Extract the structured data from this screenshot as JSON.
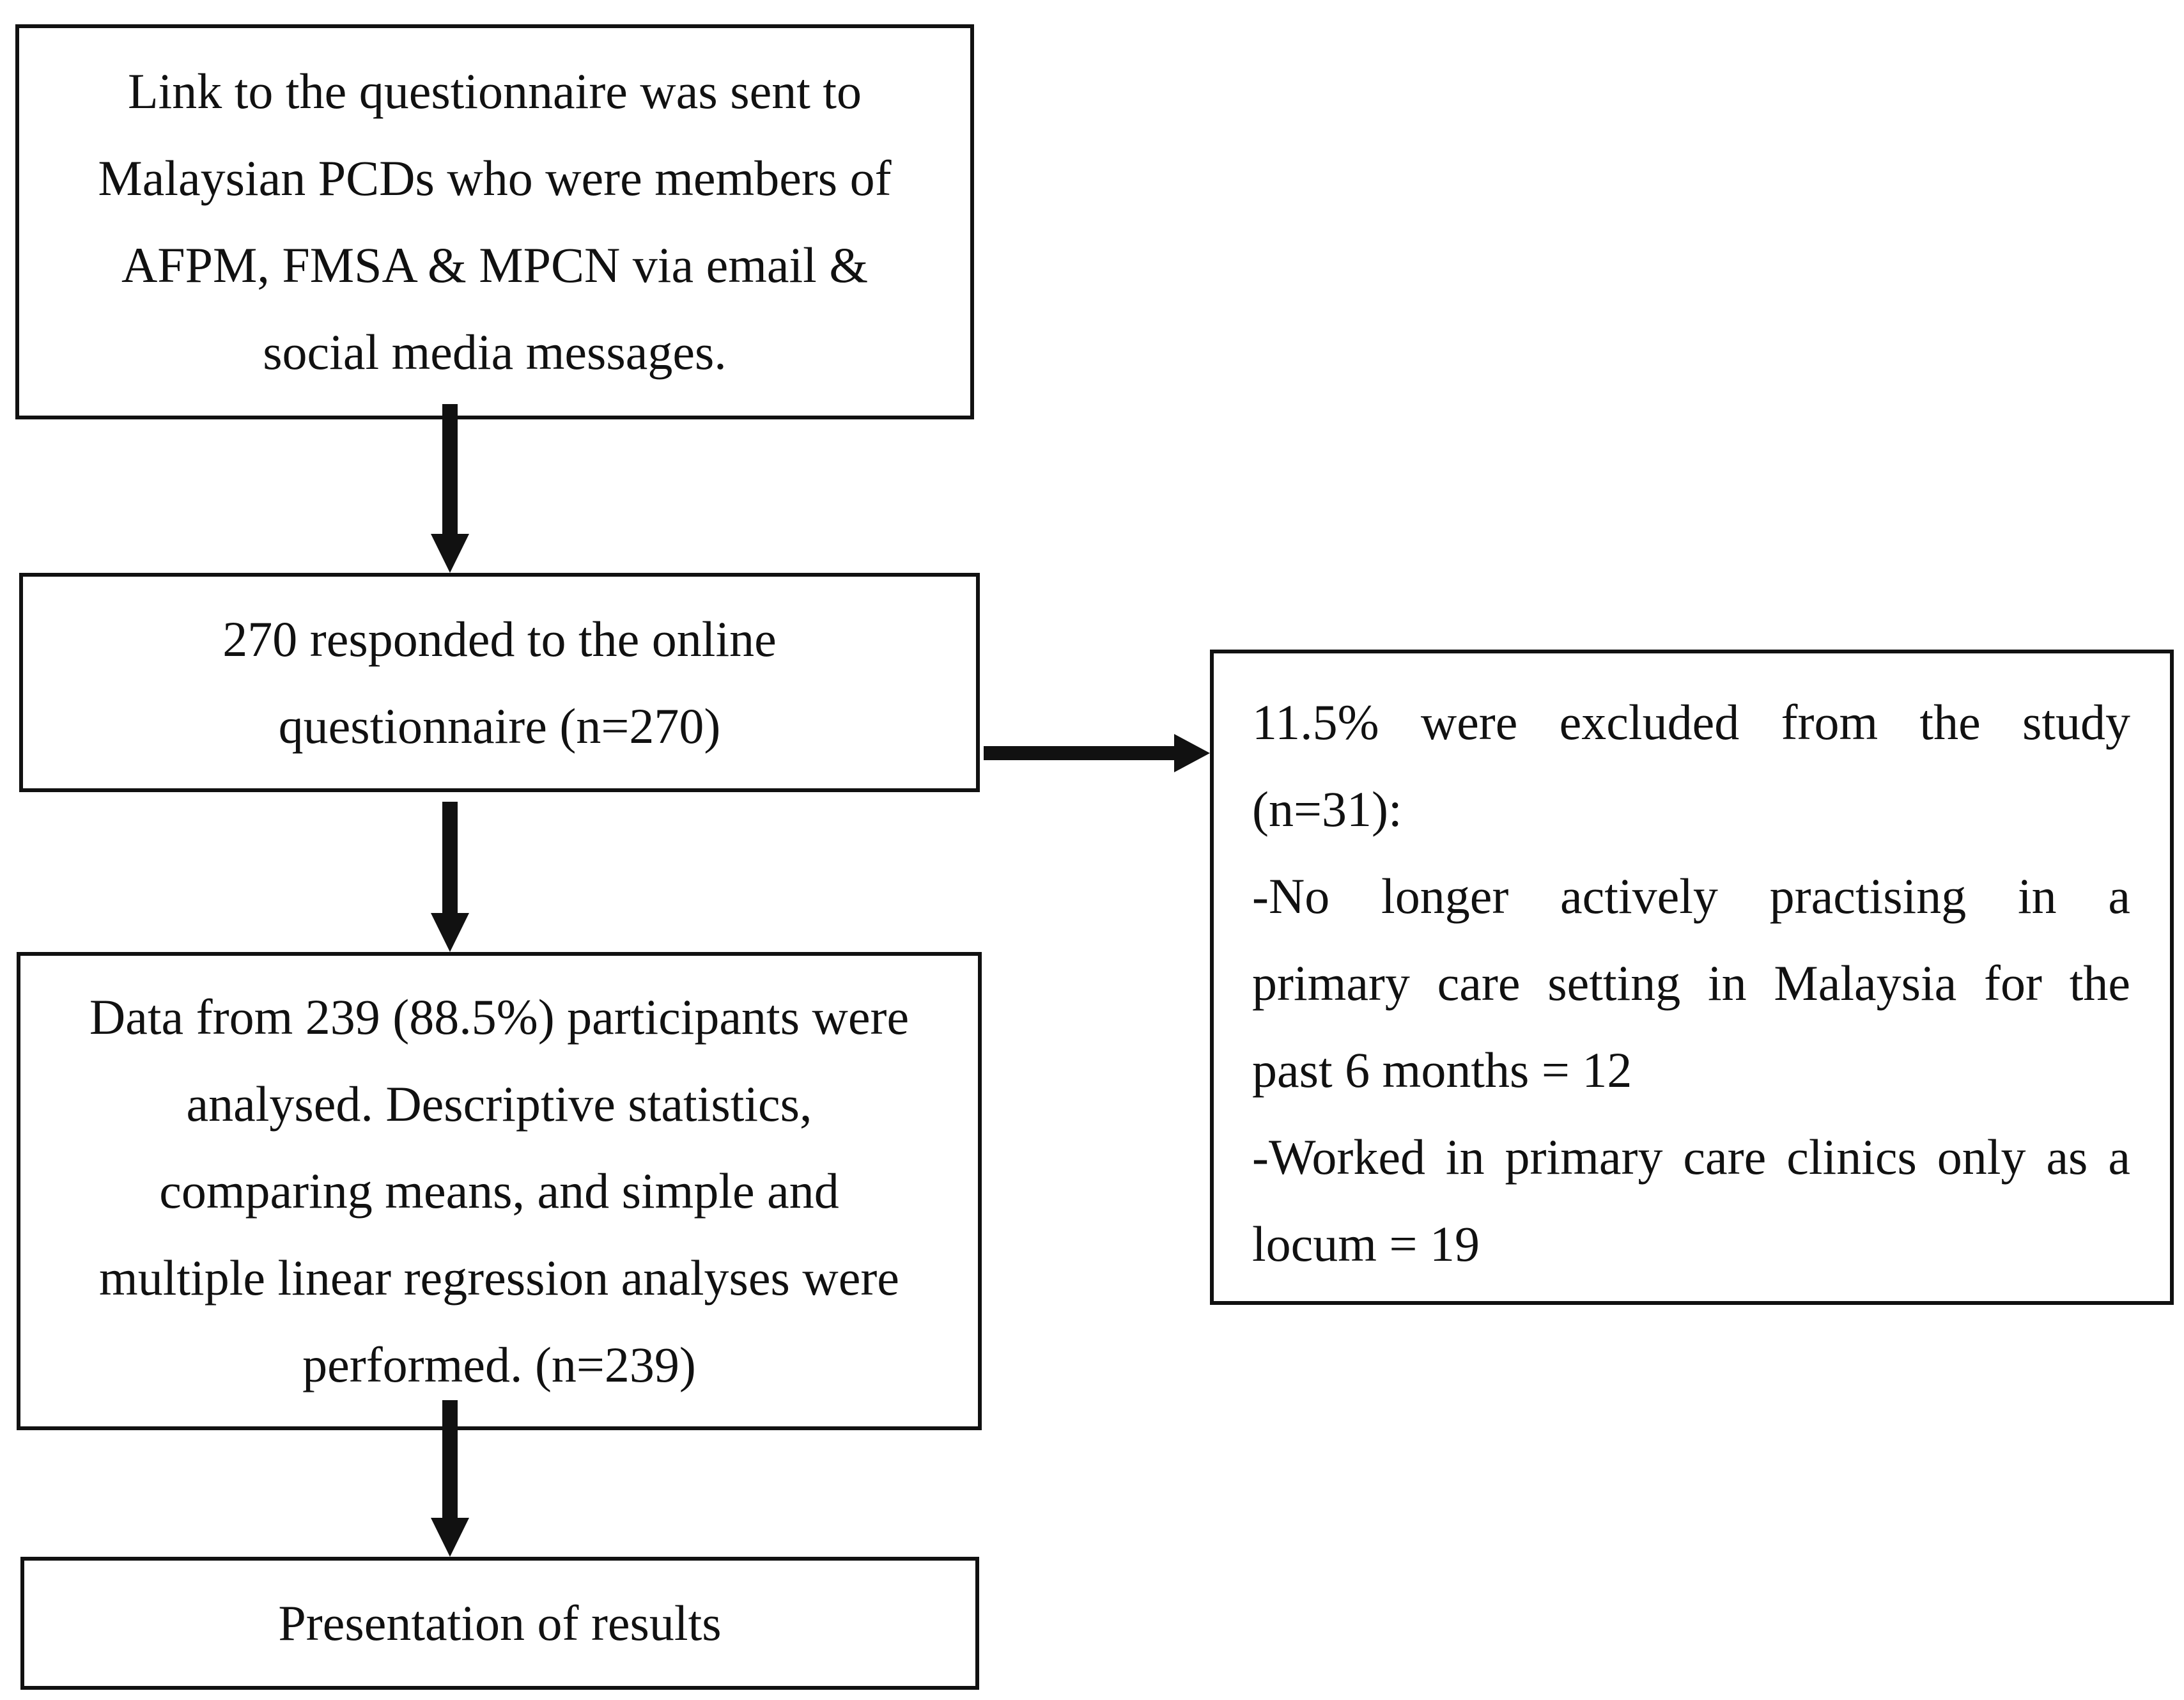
{
  "diagram": {
    "link_box": {
      "lines": [
        "Link to the questionnaire was sent to",
        "Malaysian PCDs who were members of",
        "AFPM, FMSA & MPCN via email &",
        "social media messages."
      ]
    },
    "responded_box": {
      "lines": [
        "270 responded to the online",
        "questionnaire (n=270)"
      ]
    },
    "analysed_box": {
      "lines": [
        "Data from 239 (88.5%) participants were",
        "analysed. Descriptive statistics,",
        "comparing means, and simple and",
        "multiple linear regression analyses were",
        "performed. (n=239)"
      ]
    },
    "results_box": {
      "label": "Presentation of results"
    },
    "excluded_box": {
      "lines": [
        "11.5% were excluded from the study",
        "(n=31):",
        "-No longer actively practising in a",
        "primary care setting in Malaysia for the",
        "past 6 months = 12",
        "-Worked in primary care clinics only as a",
        "locum = 19"
      ]
    }
  }
}
